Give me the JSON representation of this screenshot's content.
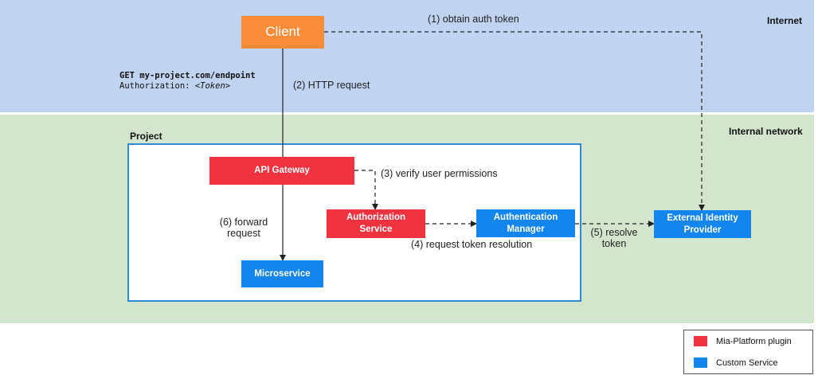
{
  "zones": {
    "internet": "Internet",
    "internal": "Internal network",
    "project": "Project"
  },
  "nodes": {
    "client": "Client",
    "api_gateway": "API Gateway",
    "auth_service_line1": "Authorization",
    "auth_service_line2": "Service",
    "authn_manager_line1": "Authentication",
    "authn_manager_line2": "Manager",
    "microservice": "Microservice",
    "ext_idp_line1": "External Identity",
    "ext_idp_line2": "Provider"
  },
  "edges": {
    "obtain_token": "(1) obtain auth token",
    "http_request": "(2) HTTP request",
    "verify_permissions": "(3) verify user permissions",
    "request_resolution": "(4) request token resolution",
    "resolve_line1": "(5) resolve",
    "resolve_line2": "token",
    "forward_line1": "(6) forward",
    "forward_line2": "request"
  },
  "request_snippet": {
    "method": "GET",
    "url": "my-project.com/endpoint",
    "header_key": "Authorization:",
    "header_value": "<Token>"
  },
  "legend": {
    "items": [
      {
        "label": "Mia-Platform plugin",
        "color": "#f0333f"
      },
      {
        "label": "Custom Service",
        "color": "#1285ee"
      }
    ]
  },
  "colors": {
    "internet_bg": "#c0d3f1",
    "internal_bg": "#d3e6cd",
    "client": "#fb8c3a",
    "plugin": "#f0333f",
    "custom": "#1285ee",
    "project_border": "#2d8ad8"
  }
}
